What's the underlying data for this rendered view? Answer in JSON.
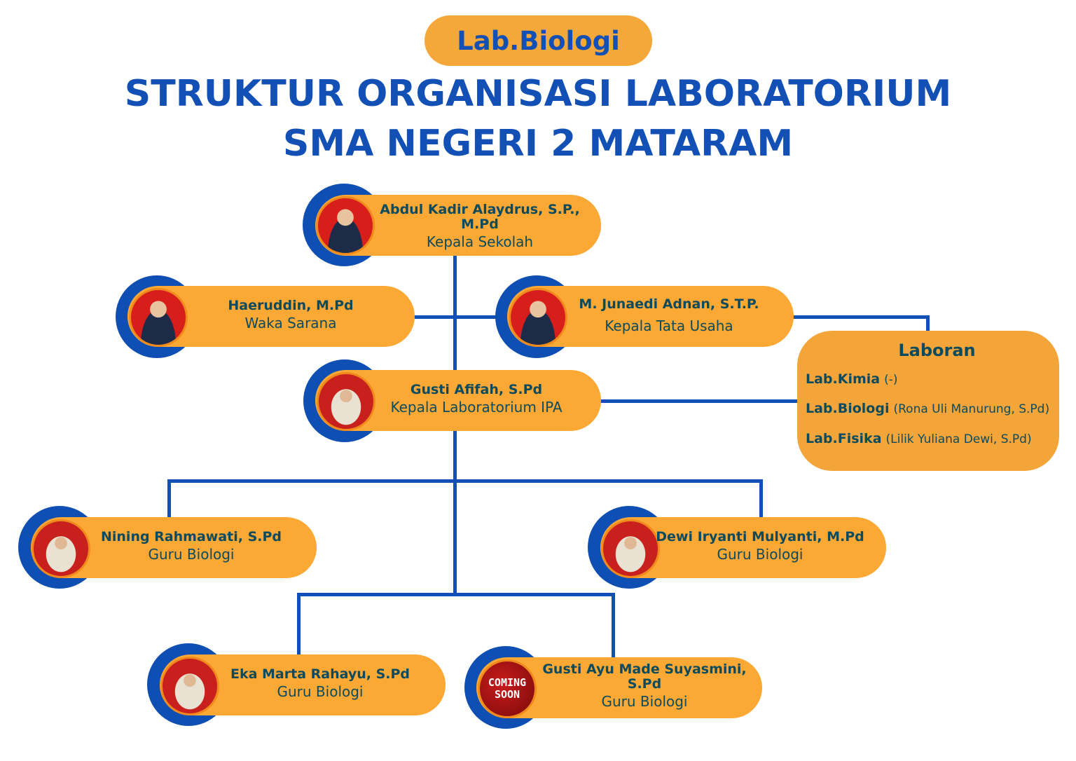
{
  "badge": "Lab.Biologi",
  "title_line1": "STRUKTUR ORGANISASI LABORATORIUM",
  "title_line2": "SMA NEGERI 2 MATARAM",
  "nodes": [
    {
      "name": "Abdul Kadir Alaydrus, S.P., M.Pd",
      "role": "Kepala Sekolah"
    },
    {
      "name": "Haeruddin, M.Pd",
      "role": "Waka Sarana"
    },
    {
      "name": "M. Junaedi Adnan, S.T.P.",
      "role": "Kepala Tata Usaha"
    },
    {
      "name": "Gusti Afifah, S.Pd",
      "role": "Kepala Laboratorium IPA"
    },
    {
      "name": "Nining Rahmawati, S.Pd",
      "role": "Guru Biologi"
    },
    {
      "name": "Dewi Iryanti Mulyanti, M.Pd",
      "role": "Guru Biologi"
    },
    {
      "name": "Eka Marta Rahayu, S.Pd",
      "role": "Guru Biologi"
    },
    {
      "name": "Gusti Ayu Made Suyasmini, S.Pd",
      "role": "Guru Biologi",
      "photo_text_1": "COMING",
      "photo_text_2": "SOON"
    }
  ],
  "laboran": {
    "title": "Laboran",
    "rows": [
      {
        "lab": "Lab.Kimia",
        "person": "(-)"
      },
      {
        "lab": "Lab.Biologi",
        "person": "(Rona Uli Manurung, S.Pd)"
      },
      {
        "lab": "Lab.Fisika",
        "person": "(Lilik Yuliana Dewi, S.Pd)"
      }
    ]
  },
  "colors": {
    "blue": "#1150B8",
    "orange": "#FBA834",
    "text": "#0C4A5E"
  }
}
